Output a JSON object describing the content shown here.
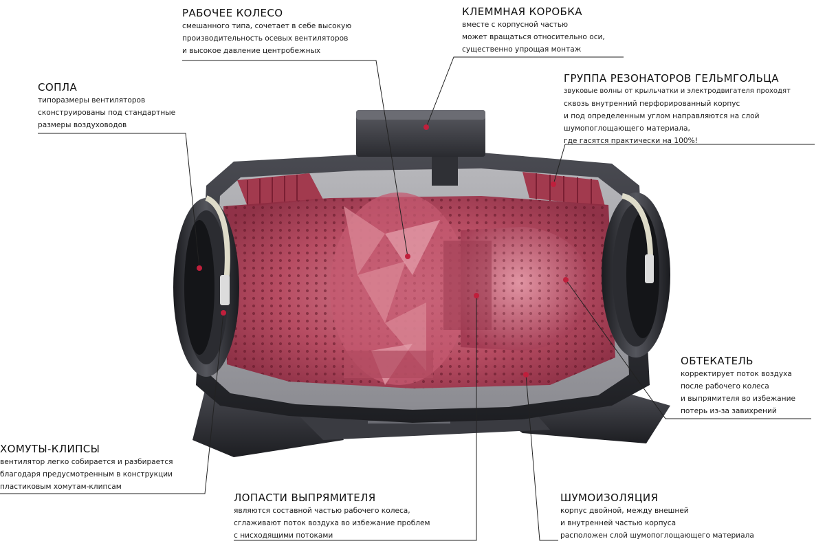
{
  "colors": {
    "background": "#ffffff",
    "accent_red": "#c01f3c",
    "housing_dark": "#2a2b30",
    "insulation_gray": "#9c9ca0",
    "airflow_red": "#b8485f"
  },
  "callouts": {
    "impeller": {
      "title": "РАБОЧЕЕ КОЛЕСО",
      "lines": [
        "смешанного типа, сочетает в себе высокую",
        "производительность осевых вентиляторов",
        "и высокое давление центробежных"
      ]
    },
    "terminal_box": {
      "title": "КЛЕММНАЯ КОРОБКА",
      "lines": [
        "вместе с корпусной частью",
        "может вращаться относительно оси,",
        "существенно упрощая монтаж"
      ]
    },
    "nozzles": {
      "title": "СОПЛА",
      "lines": [
        "типоразмеры вентиляторов",
        "сконструированы под стандартные",
        "размеры воздуховодов"
      ]
    },
    "helmholtz": {
      "title": "ГРУППА РЕЗОНАТОРОВ ГЕЛЬМГОЛЬЦА",
      "lines": [
        "звуковые волны от крыльчатки и электродвигателя проходят",
        "сквозь внутренний перфорированный корпус",
        "и под определенным углом направляются на слой",
        "шумопоглощающего материала,",
        "где гасятся практически на 100%!"
      ]
    },
    "fairing": {
      "title": "ОБТЕКАТЕЛЬ",
      "lines": [
        "корректирует поток воздуха",
        "после рабочего колеса",
        "и выпрямителя во избежание",
        "потерь из-за завихрений"
      ]
    },
    "clamps": {
      "title": "ХОМУТЫ-КЛИПСЫ",
      "lines": [
        "вентилятор легко собирается и разбирается",
        "благодаря предусмотренным в конструкции",
        "пластиковым хомутам-клипсам"
      ]
    },
    "straightener": {
      "title": "ЛОПАСТИ ВЫПРЯМИТЕЛЯ",
      "lines": [
        "являются составной частью рабочего колеса,",
        "сглаживают поток воздуха во избежание проблем",
        "с нисходящими потоками"
      ]
    },
    "insulation": {
      "title": "ШУМОИЗОЛЯЦИЯ",
      "lines": [
        "корпус двойной, между внешней",
        "и внутренней частью корпуса",
        "расположен слой шумопоглощающего материала"
      ]
    }
  }
}
